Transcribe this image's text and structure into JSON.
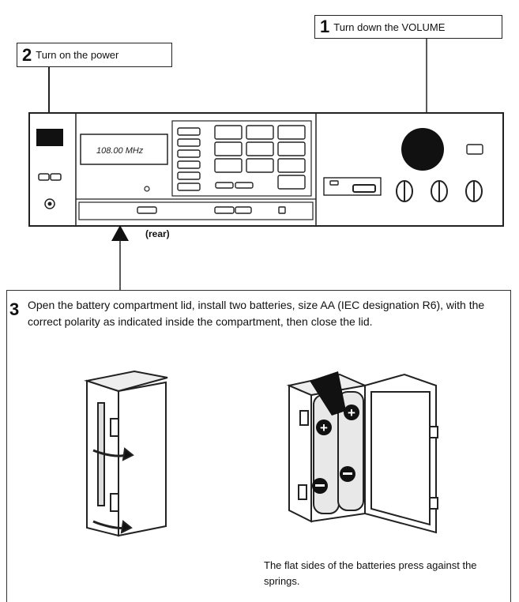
{
  "step1": {
    "number": "1",
    "text": "Turn down the VOLUME"
  },
  "step2": {
    "number": "2",
    "text": "Turn on the power"
  },
  "display_text": "108.00 MHz",
  "rear_label": "(rear)",
  "step3": {
    "number": "3",
    "text": "Open the battery compartment lid, install two batteries, size AA (IEC designation R6), with the correct polarity as indicated inside the compartment, then close the lid."
  },
  "caption": "The flat sides of the batteries press against the springs."
}
